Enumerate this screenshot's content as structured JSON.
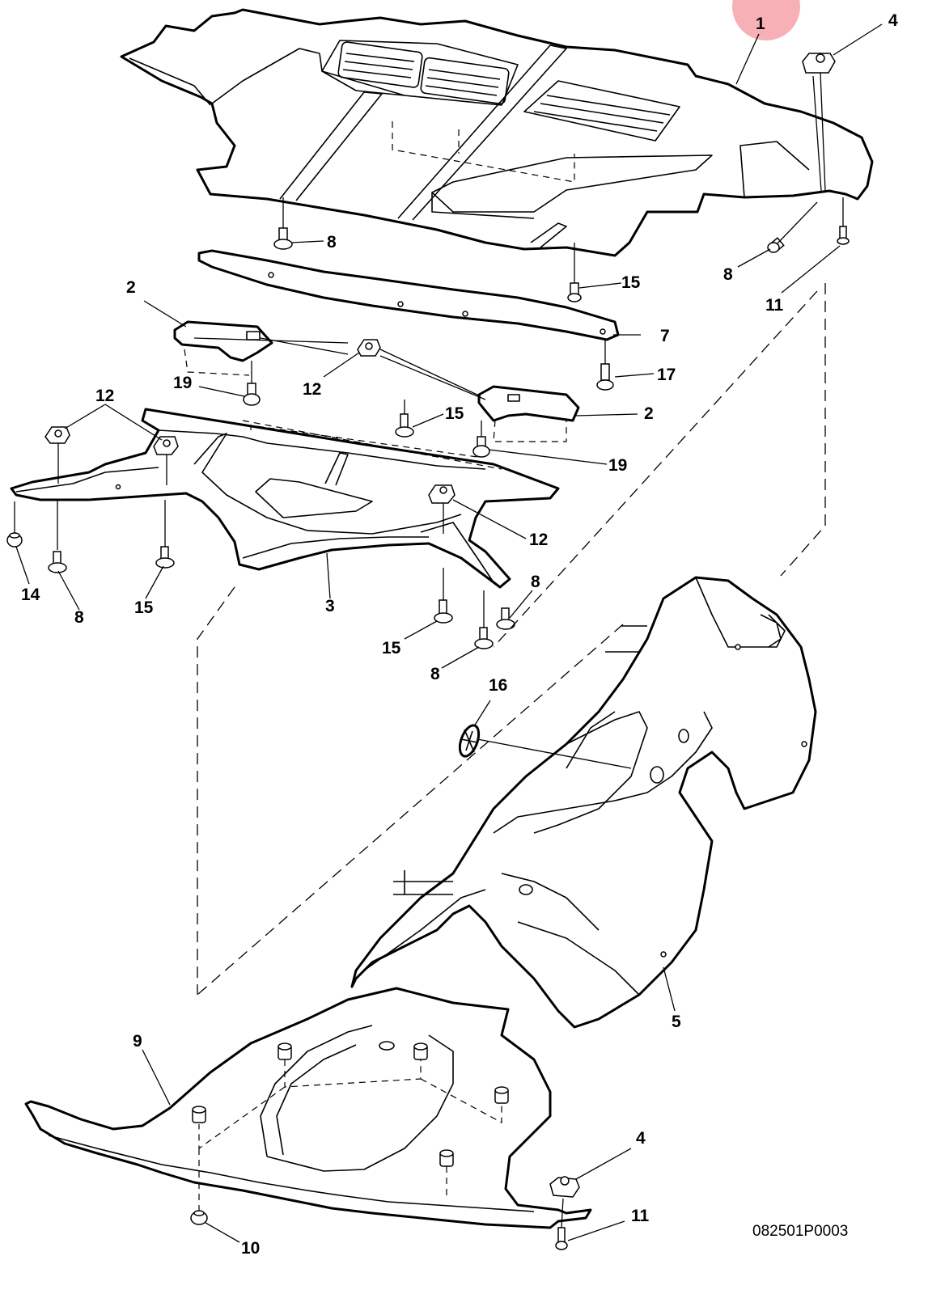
{
  "callouts": {
    "c1": "1",
    "c2a": "2",
    "c2b": "2",
    "c3": "3",
    "c4a": "4",
    "c4b": "4",
    "c5": "5",
    "c7": "7",
    "c8a": "8",
    "c8b": "8",
    "c8c": "8",
    "c8d": "8",
    "c8e": "8",
    "c9": "9",
    "c10": "10",
    "c11a": "11",
    "c11b": "11",
    "c12a": "12",
    "c12b": "12",
    "c12c": "12",
    "c14": "14",
    "c15a": "15",
    "c15b": "15",
    "c15c": "15",
    "c15d": "15",
    "c16": "16",
    "c17": "17",
    "c19a": "19",
    "c19b": "19"
  },
  "diagram_code": "082501P0003",
  "highlight_color": "#f6a9ae",
  "line_color": "#000000"
}
